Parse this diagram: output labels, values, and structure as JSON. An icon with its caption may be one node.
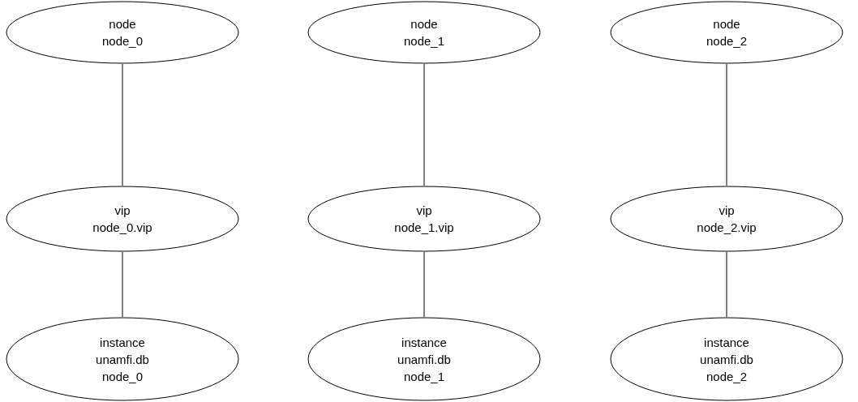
{
  "diagram": {
    "nodes": [
      {
        "text": [
          "node",
          "node_0"
        ]
      },
      {
        "text": [
          "node",
          "node_1"
        ]
      },
      {
        "text": [
          "node",
          "node_2"
        ]
      },
      {
        "text": [
          "vip",
          "node_0.vip"
        ]
      },
      {
        "text": [
          "vip",
          "node_1.vip"
        ]
      },
      {
        "text": [
          "vip",
          "node_2.vip"
        ]
      },
      {
        "text": [
          "instance",
          "unamfi.db",
          "node_0"
        ]
      },
      {
        "text": [
          "instance",
          "unamfi.db",
          "node_1"
        ]
      },
      {
        "text": [
          "instance",
          "unamfi.db",
          "node_2"
        ]
      }
    ],
    "edges": [
      {
        "from": 0,
        "to": 3,
        "arrow": "none"
      },
      {
        "from": 3,
        "to": 6,
        "arrow": "none"
      },
      {
        "from": 1,
        "to": 4,
        "arrow": "none"
      },
      {
        "from": 4,
        "to": 7,
        "arrow": "none"
      },
      {
        "from": 2,
        "to": 5,
        "arrow": "none"
      },
      {
        "from": 5,
        "to": 8,
        "arrow": "none"
      }
    ]
  }
}
